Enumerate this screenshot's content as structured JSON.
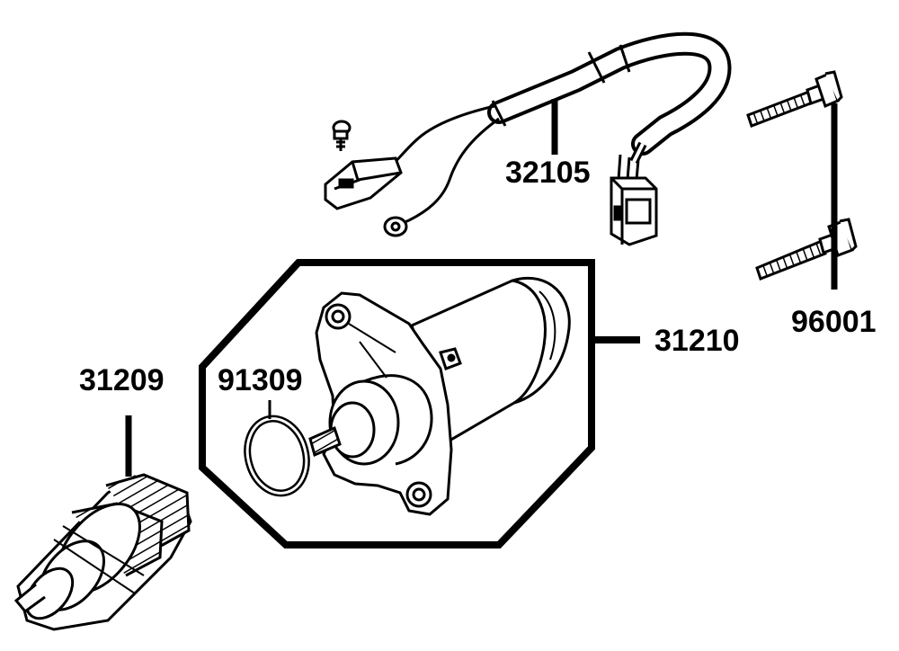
{
  "colors": {
    "ink": "#000000",
    "paper": "#ffffff",
    "shade": "#dcdcdc"
  },
  "parts": [
    {
      "id": "32105",
      "name": "wire-harness"
    },
    {
      "id": "31210",
      "name": "starter-motor-assembly"
    },
    {
      "id": "96001",
      "name": "mounting-bolt"
    },
    {
      "id": "31209",
      "name": "starter-drive-gear"
    },
    {
      "id": "91309",
      "name": "o-ring"
    }
  ],
  "labels": {
    "p32105": "32105",
    "p31210": "31210",
    "p96001": "96001",
    "p31209": "31209",
    "p91309": "91309"
  }
}
